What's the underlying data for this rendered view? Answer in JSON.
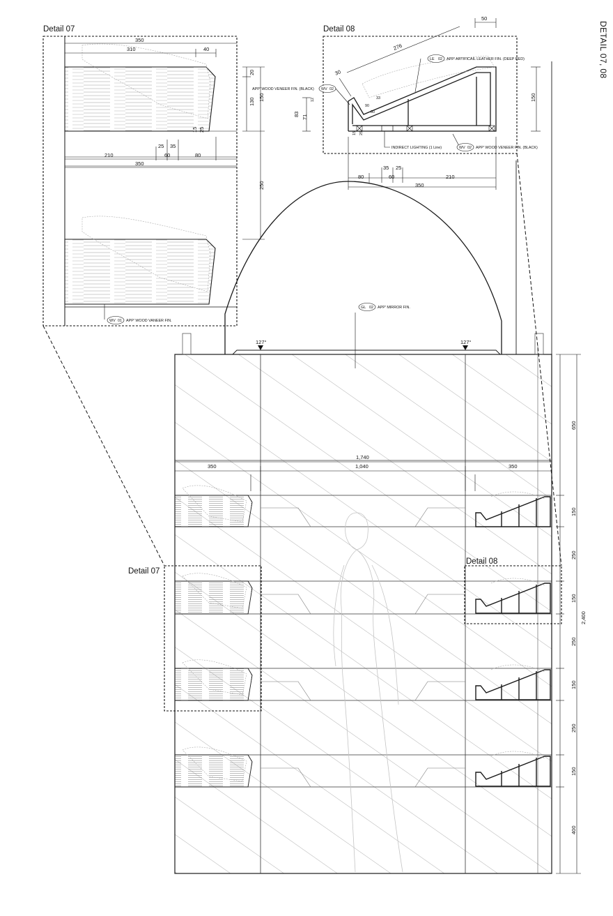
{
  "sheet_title": "DETAIL 07, 08",
  "labels": {
    "detail07": "Detail 07",
    "detail08": "Detail 08"
  },
  "detail07_dims": {
    "top_width": "350",
    "inner_width": "310",
    "edge": "40",
    "thk_top": "20",
    "thk_mid": "130",
    "thk_total": "150",
    "small_a": "15",
    "small_b": "25",
    "gap_a": "25",
    "gap_b": "35",
    "left": "210",
    "mid": "60",
    "right": "80",
    "bottom_width": "350",
    "spacing": "250"
  },
  "detail08_dims": {
    "top": "50",
    "slope": "276",
    "angle_len": "30",
    "inner_a": "33",
    "inner_b": "90",
    "inner_c": "80",
    "h_a": "83",
    "h_b": "71",
    "h_c": "12",
    "h_d": "15",
    "h_e": "25",
    "height": "150",
    "left": "80",
    "gap_a": "35",
    "gap_b": "25",
    "mid": "60",
    "right": "210",
    "total": "350"
  },
  "tags": {
    "wv01": {
      "code": "WV",
      "num": "01",
      "text": "APP' WOOD VANEER FIN."
    },
    "wv02_left": {
      "code": "WV",
      "num": "02",
      "text": "APP' WOOD VENEER FIN. (BLACK)"
    },
    "le02": {
      "code": "LE",
      "num": "02",
      "text": "APP' ARTIFICAIL LEATHER FIN. (DEEP RED)"
    },
    "indirect": {
      "text": "INDIRECT LIGHTING (1 Line)"
    },
    "wv02_right": {
      "code": "WV",
      "num": "02",
      "text": "APP' WOOD VENEER FIN. (BLACK)"
    },
    "gl02": {
      "code": "GL",
      "num": "02",
      "text": "APP' MIRROR FIN."
    }
  },
  "elevation": {
    "angle_left": "127°",
    "angle_right": "127°",
    "total_width": "1,740",
    "left_bay": "350",
    "center_bay": "1,040",
    "right_bay": "350",
    "height_total": "2,400",
    "heights": [
      "650",
      "150",
      "250",
      "150",
      "250",
      "150",
      "250",
      "150",
      "400"
    ]
  },
  "colors": {
    "line": "#1a1a1a",
    "hatch": "#8a8a8a",
    "thin": "#555555",
    "wood": "#f4f4f4"
  }
}
